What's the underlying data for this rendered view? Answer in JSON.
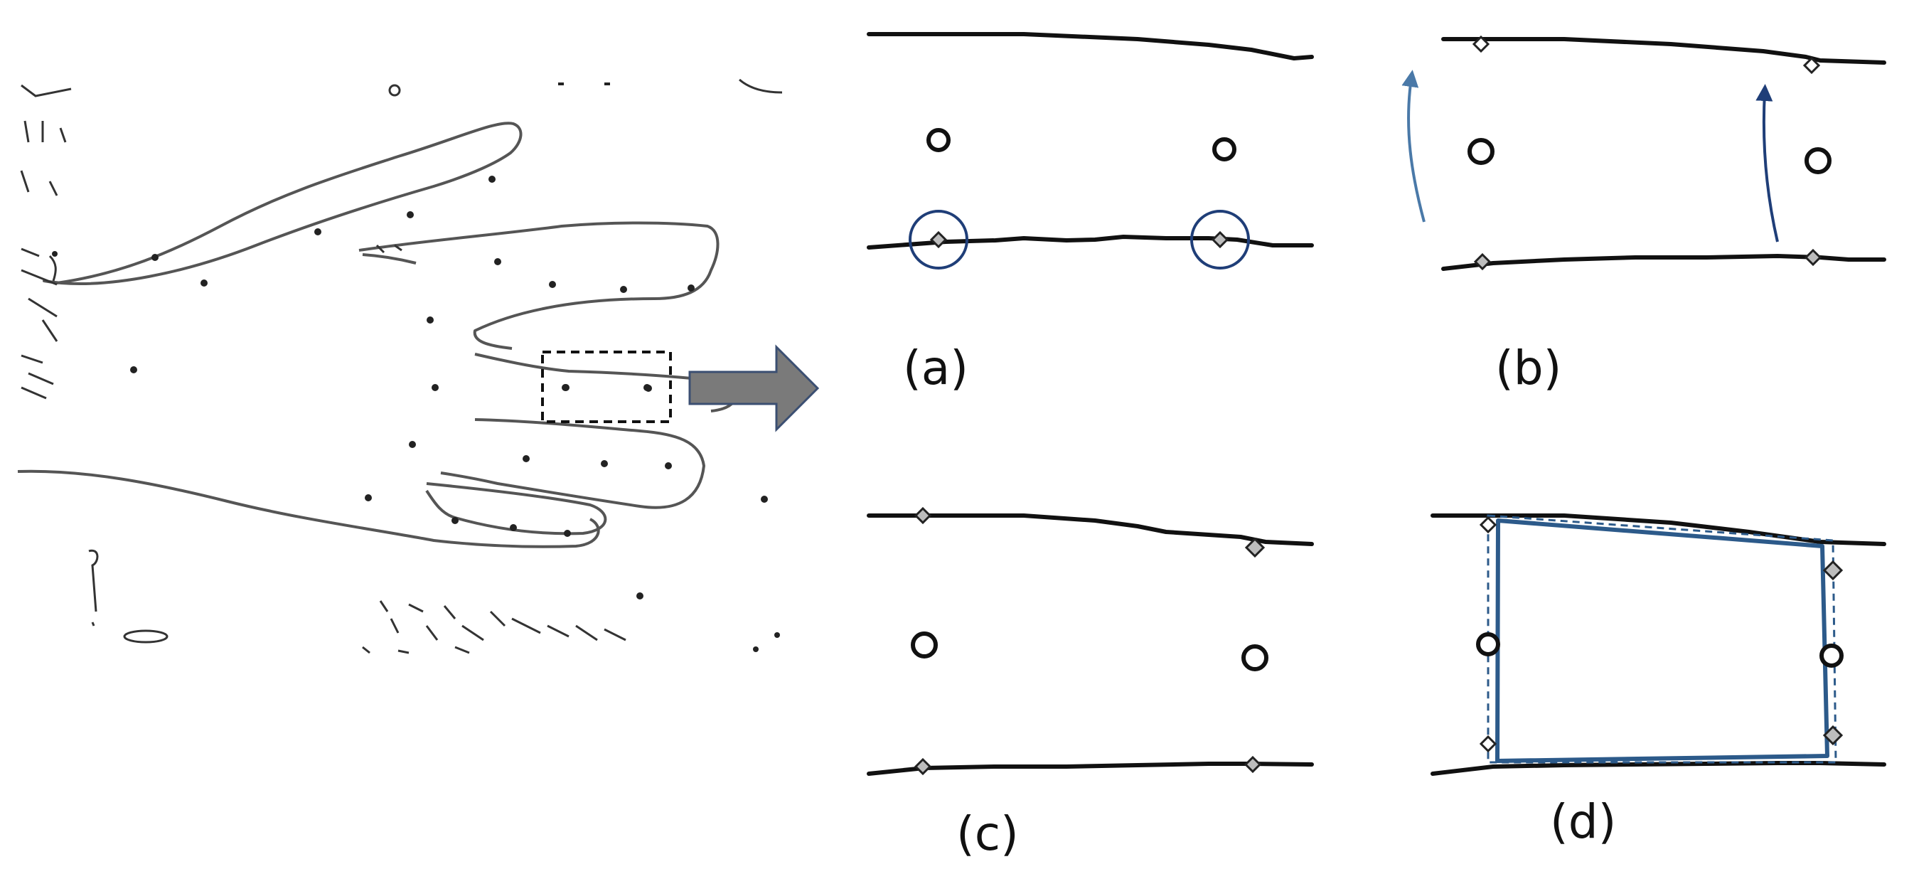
{
  "panels": [
    {
      "id": "a",
      "label": "(a)"
    },
    {
      "id": "b",
      "label": "(b)"
    },
    {
      "id": "c",
      "label": "(c)"
    },
    {
      "id": "d",
      "label": "(d)"
    }
  ],
  "colors": {
    "edge": "#111111",
    "hand_outline": "#555555",
    "zoom_arrow": "#7a7a7a",
    "zoom_arrow_border": "#3b4f72",
    "arrow_light_blue": "#4a79a8",
    "arrow_dark_blue": "#1f3e78",
    "highlight_circle": "#1f3e78",
    "fitted_quad": "#2c5a8a",
    "diamond_fill": "#bdbdbd"
  },
  "icons": {
    "zoom_arrow": "right-arrow-icon",
    "rotate_arrow": "curved-up-arrow-icon"
  }
}
